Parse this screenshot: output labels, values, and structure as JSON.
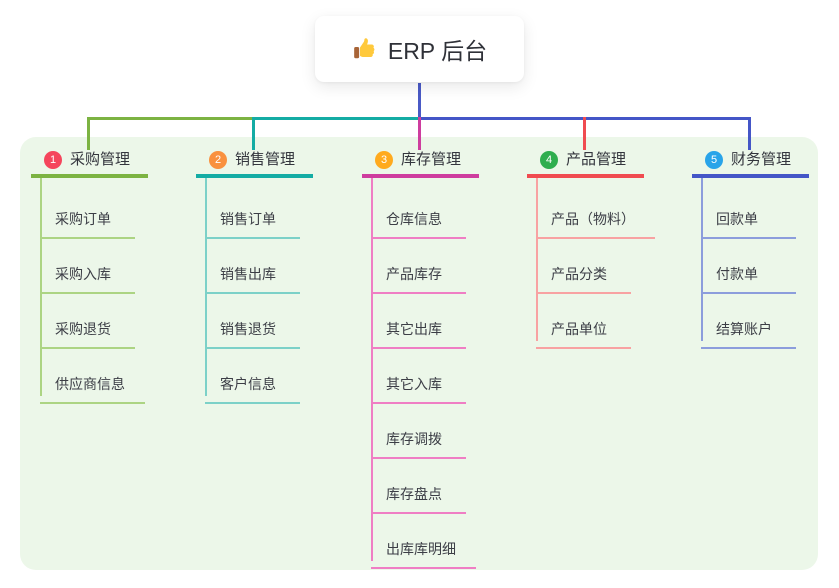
{
  "root": {
    "title": "ERP 后台",
    "icon": "thumbs-up-icon",
    "connector_color": "#4a5ac6"
  },
  "canvas": {
    "panel_color": "#ecf7e9",
    "background_color": "#ffffff"
  },
  "branches": [
    {
      "number": "1",
      "label": "采购管理",
      "badge_color": "#f5455c",
      "line_color": "#7cb342",
      "child_line_color": "#acd483",
      "children": [
        "采购订单",
        "采购入库",
        "采购退货",
        "供应商信息"
      ]
    },
    {
      "number": "2",
      "label": "销售管理",
      "badge_color": "#f9913e",
      "line_color": "#14aca4",
      "child_line_color": "#7cd1c8",
      "children": [
        "销售订单",
        "销售出库",
        "销售退货",
        "客户信息"
      ]
    },
    {
      "number": "3",
      "label": "库存管理",
      "badge_color": "#ffaa1e",
      "line_color": "#ce3d9e",
      "child_line_color": "#ef7ec4",
      "children": [
        "仓库信息",
        "产品库存",
        "其它出库",
        "其它入库",
        "库存调拨",
        "库存盘点",
        "出库库明细"
      ]
    },
    {
      "number": "4",
      "label": "产品管理",
      "badge_color": "#2fae4f",
      "line_color": "#f04b50",
      "child_line_color": "#f8a2a2",
      "children": [
        "产品（物料）",
        "产品分类",
        "产品单位"
      ]
    },
    {
      "number": "5",
      "label": "财务管理",
      "badge_color": "#29a4e9",
      "line_color": "#4456c7",
      "child_line_color": "#8c9ddc",
      "children": [
        "回款单",
        "付款单",
        "结算账户"
      ]
    }
  ]
}
